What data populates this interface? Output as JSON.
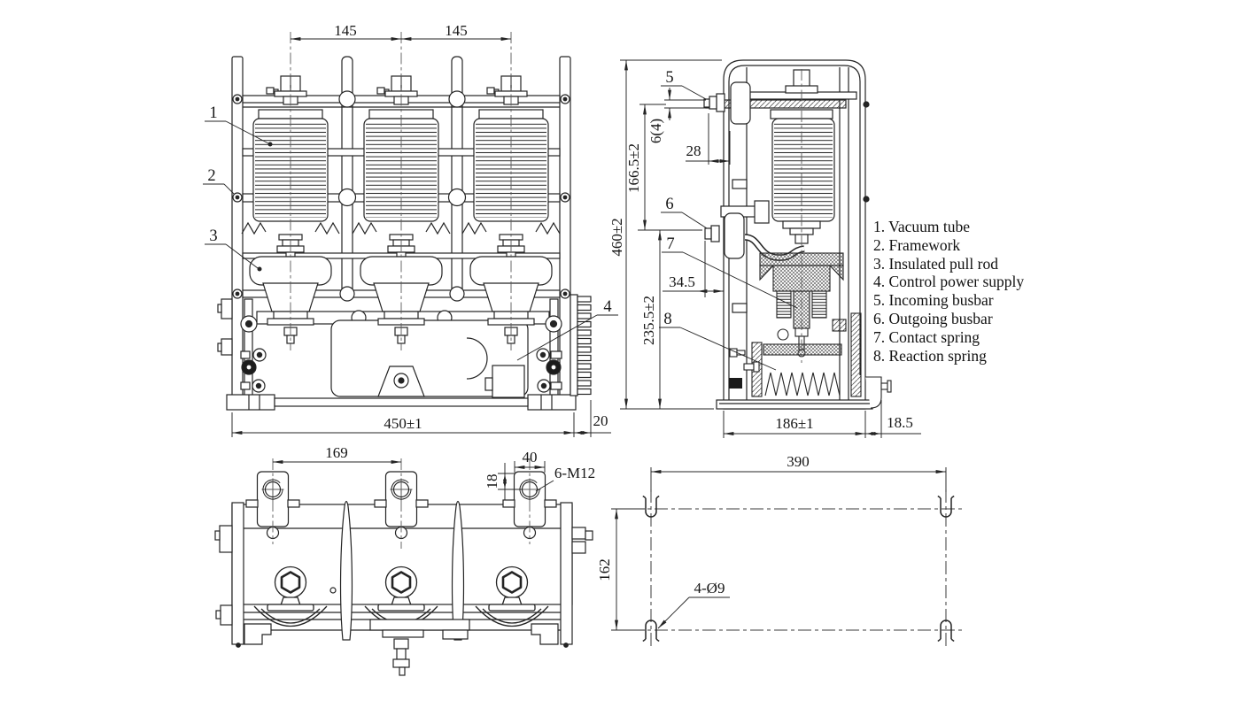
{
  "drawing": {
    "front": {
      "pitch_left": "145",
      "pitch_right": "145",
      "base_width": "450±1",
      "heatsink_width": "20",
      "c1": "1",
      "c2": "2",
      "c3": "3",
      "c4": "4"
    },
    "side": {
      "height": "460±2",
      "upper_span": "166.5±2",
      "lower_span": "235.5±2",
      "busbar_thickness": "6(4)",
      "busbar_reach": "28",
      "outgoing_reach": "34.5",
      "depth": "186±1",
      "overhang": "18.5",
      "c5": "5",
      "c6": "6",
      "c7": "7",
      "c8": "8"
    },
    "top": {
      "terminal_pitch": "169",
      "terminal_width": "40",
      "hole_offset": "18",
      "thread": "6-M12"
    },
    "mounting": {
      "width": "390",
      "height": "162",
      "holes": "4-Ø9"
    },
    "legend": {
      "items": [
        "1. Vacuum tube",
        "2. Framework",
        "3. Insulated pull rod",
        "4. Control power supply",
        "5. Incoming busbar",
        "6. Outgoing busbar",
        "7. Contact spring",
        "8. Reaction spring"
      ]
    }
  }
}
